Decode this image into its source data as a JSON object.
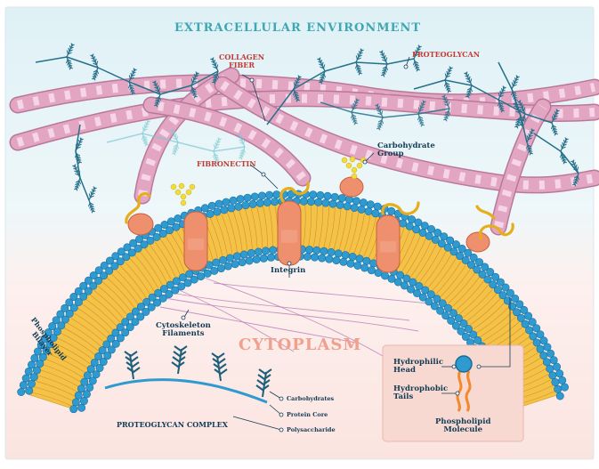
{
  "labels": {
    "extracellular": "EXTRACELLULAR ENVIRONMENT",
    "collagen_line1": "COLLAGEN",
    "collagen_line2": "FIBER",
    "proteoglycan": "PROTEOGLYCAN",
    "carbohydrate_line1": "Carbohydrate",
    "carbohydrate_line2": "Group",
    "fibronectin": "FIBRONECTIN",
    "integrin": "Integrin",
    "cytoskeleton_line1": "Cytoskeleton",
    "cytoskeleton_line2": "Filaments",
    "cytoplasm": "CYTOPLASM",
    "bilayer_line1": "Phospholipid",
    "bilayer_line2": "Bilayer",
    "hydrophilic_line1": "Hydrophilic",
    "hydrophilic_line2": "Head",
    "hydrophobic_line1": "Hydrophobic",
    "hydrophobic_line2": "Tails",
    "molecule_line1": "Phospholipid",
    "molecule_line2": "Molecule",
    "complex_title": "PROTEOGLYCAN COMPLEX",
    "carbohydrates": "Carbohydrates",
    "protein_core": "Protein Core",
    "polysaccharide": "Polysaccharide"
  },
  "colors": {
    "background_top": "#dff1f6",
    "background_bottom": "#fbe7e4",
    "phospholipid_head": "#2f9ad0",
    "phospholipid_tail": "#f3c348",
    "collagen": "#e2a6c3",
    "protein": "#ee8f6d",
    "fibronectin": "#e6ad1c",
    "carbohydrate": "#f2dc38",
    "proteoglycan": "#27708a",
    "cytoskeleton": "#b87bb8",
    "label_dark": "#123c55",
    "label_red": "#c23b34",
    "title_teal": "#3fa7b3",
    "title_cytoplasm": "#f0a08c"
  }
}
